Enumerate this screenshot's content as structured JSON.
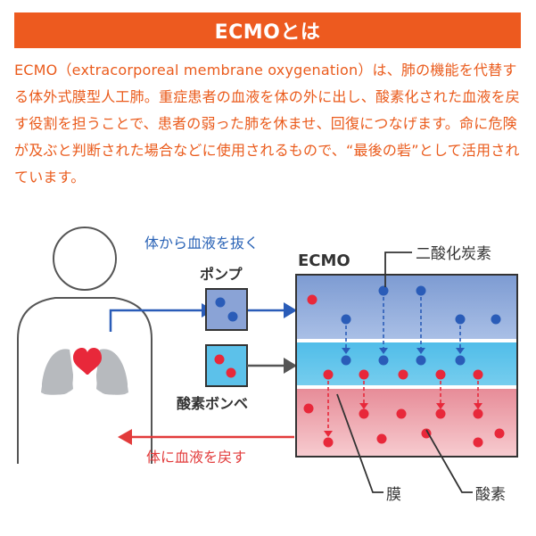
{
  "header": {
    "title": "ECMOとは"
  },
  "intro": {
    "paragraph": "ECMO（extracorporeal membrane oxygenation）は、肺の機能を代替する体外式膜型人工肺。重症患者の血液を体の外に出し、酸素化された血液を戻す役割を担うことで、患者の弱った肺を休ませ、回復につなげます。命に危険が及ぶと判断された場合などに使用されるもので、“最後の砦”として活用されています。"
  },
  "diagram": {
    "labels": {
      "blood_out": "体から血液を抜く",
      "pump": "ポンプ",
      "oxygen_tank": "酸素ボンベ",
      "blood_return": "体に血液を戻す",
      "ecmo": "ECMO",
      "co2": "二酸化炭素",
      "membrane": "膜",
      "oxygen": "酸素"
    },
    "icons": [
      "person-silhouette-icon",
      "lungs-icon",
      "heart-icon"
    ],
    "colors": {
      "banner": "#ed5a1f",
      "text_orange": "#ea5b1c",
      "co2_blue": "#2a5cb8",
      "oxygen_red": "#e8283a",
      "chamber_top": "#8fa9d8",
      "chamber_middle": "#62c4ea",
      "chamber_bottom": "#f0a9b0",
      "return_arrow": "#e23b3b"
    }
  }
}
